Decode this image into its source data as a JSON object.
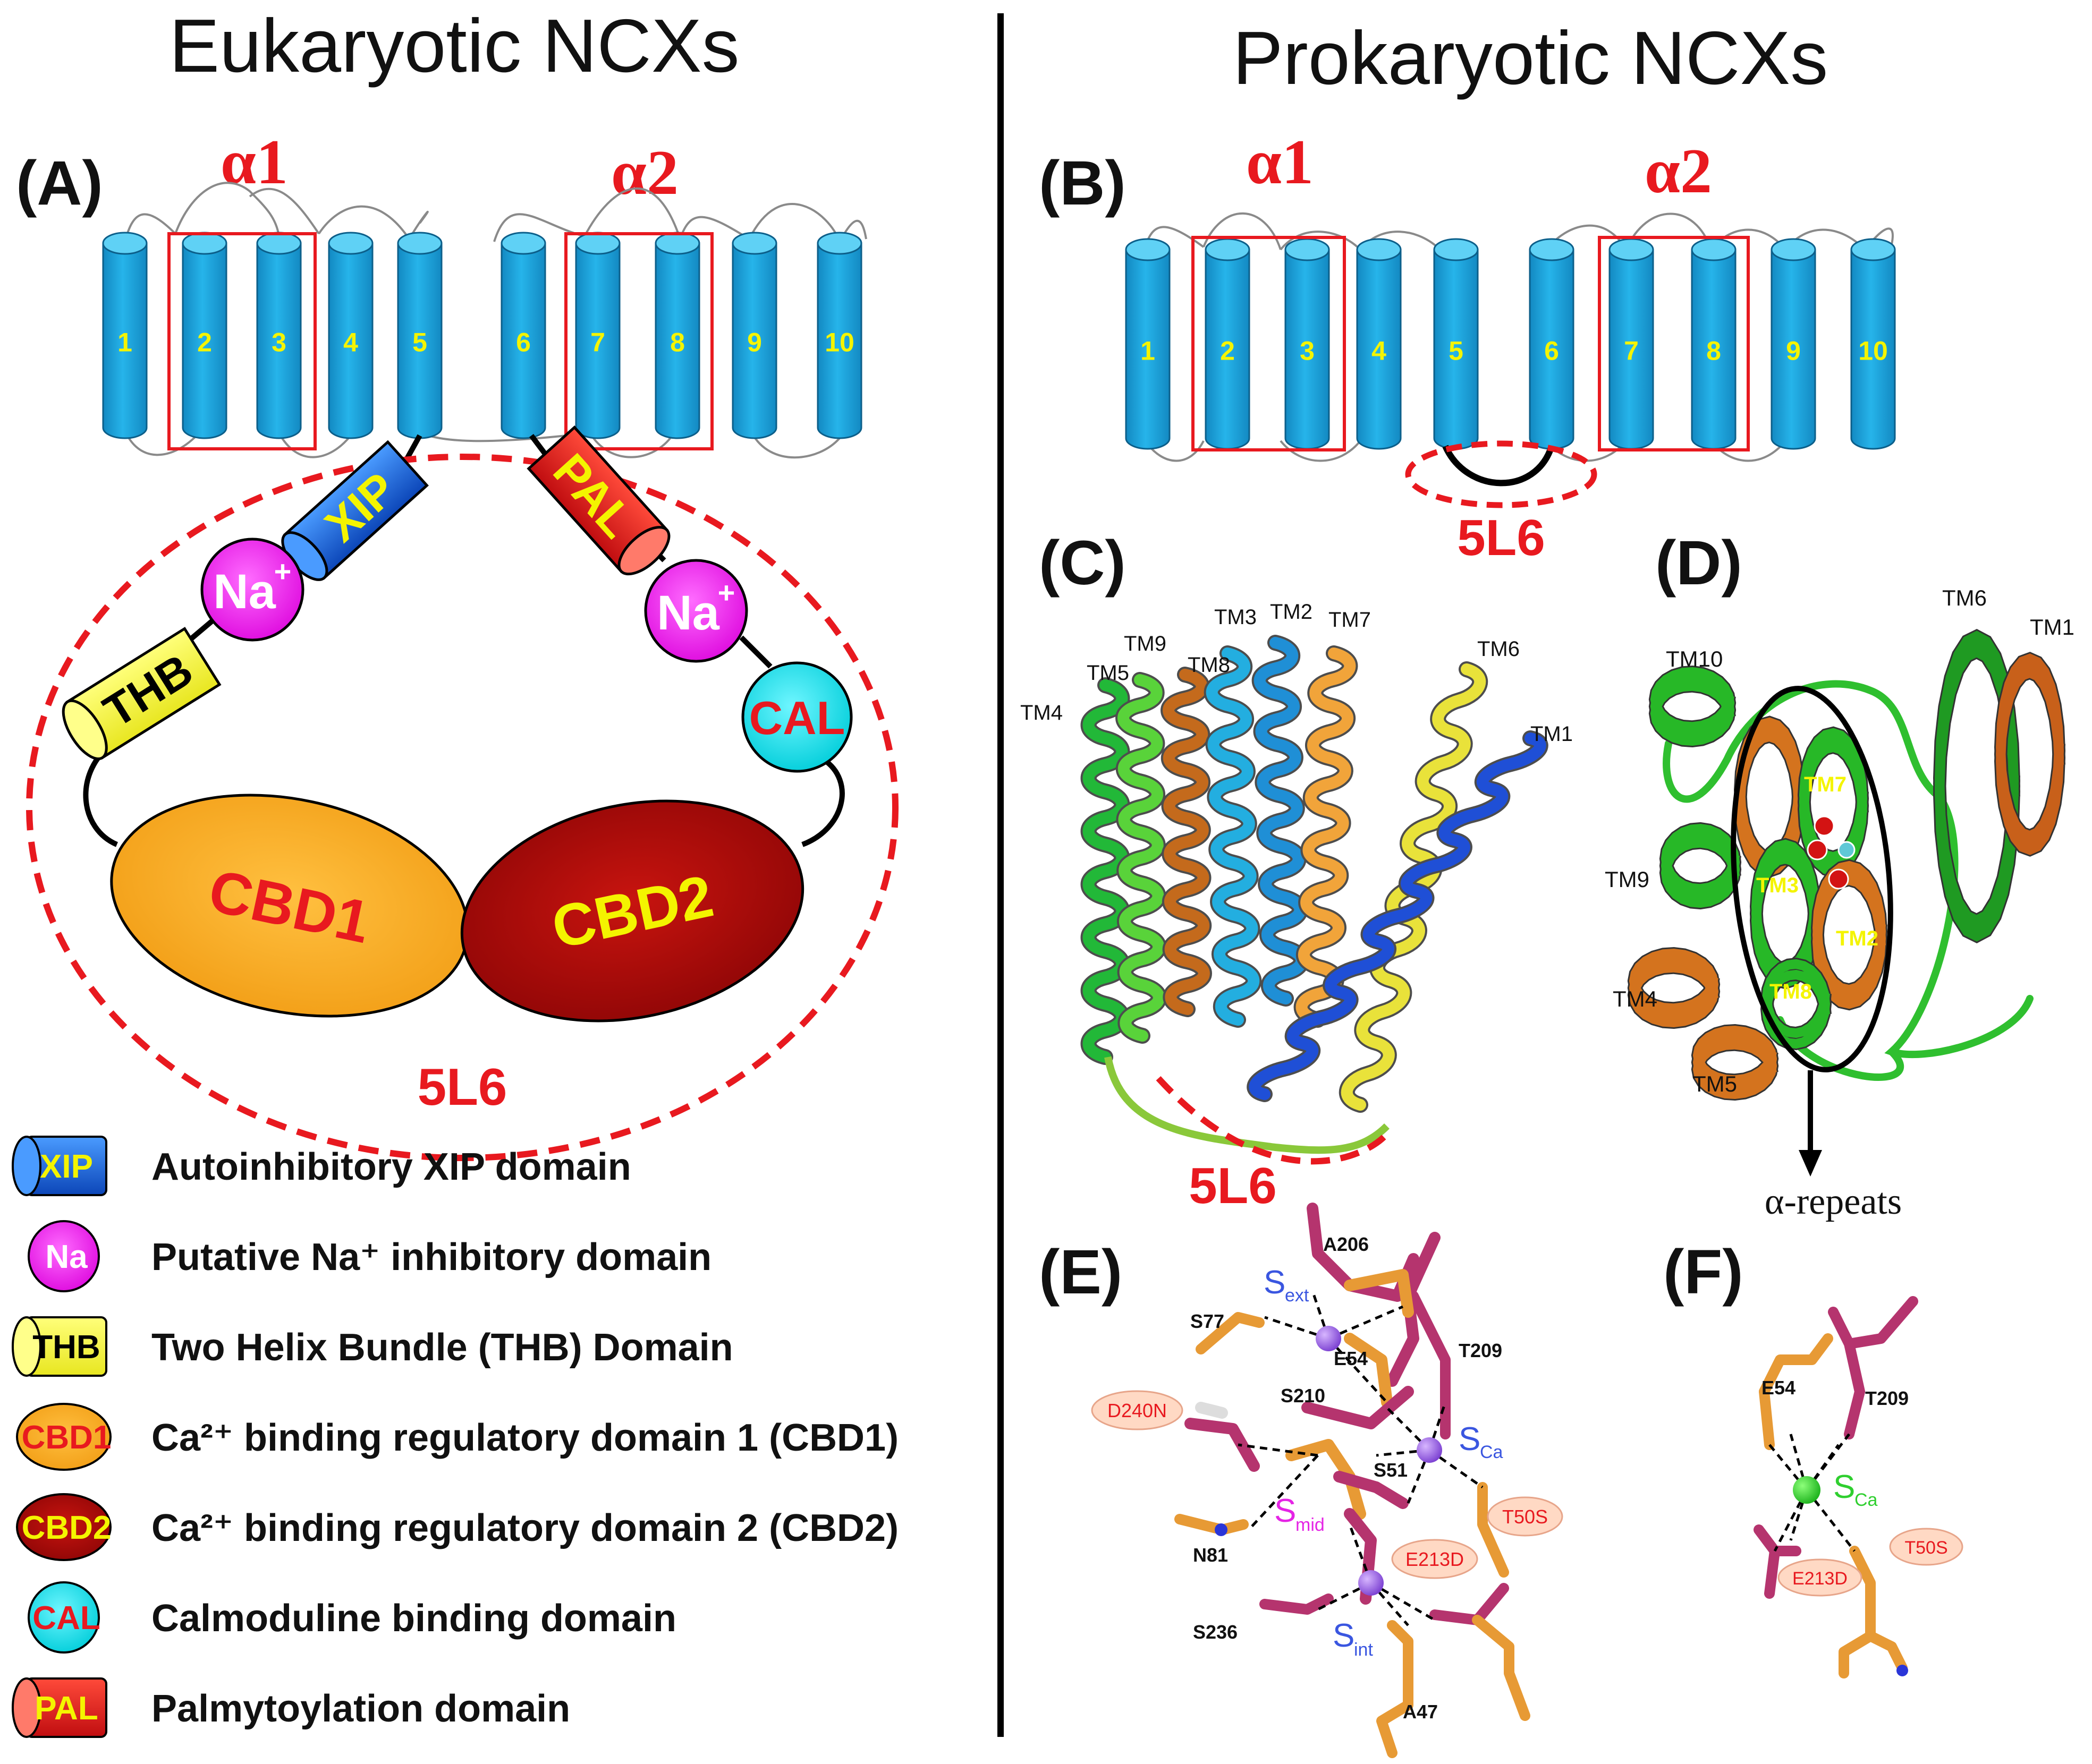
{
  "headings": {
    "left": "Eukaryotic NCXs",
    "right": "Prokaryotic NCXs"
  },
  "panels": {
    "A": "(A)",
    "B": "(B)",
    "C": "(C)",
    "D": "(D)",
    "E": "(E)",
    "F": "(F)"
  },
  "repeats": {
    "alpha1": "α1",
    "alpha2": "α2"
  },
  "helix_numbers": [
    "1",
    "2",
    "3",
    "4",
    "5",
    "6",
    "7",
    "8",
    "9",
    "10"
  ],
  "loop_label": "5L6",
  "domains": {
    "xip": "XIP",
    "pal": "PAL",
    "na": "Na",
    "na_sup": "+",
    "thb": "THB",
    "cal": "CAL",
    "cbd1": "CBD1",
    "cbd2": "CBD2"
  },
  "legend": [
    {
      "key": "xip",
      "icon": "XIP",
      "text": "Autoinhibitory XIP domain"
    },
    {
      "key": "na",
      "icon": "Na",
      "text": "Putative Na⁺ inhibitory domain"
    },
    {
      "key": "thb",
      "icon": "THB",
      "text": "Two Helix Bundle (THB) Domain"
    },
    {
      "key": "cbd1",
      "icon": "CBD1",
      "text": "Ca²⁺ binding regulatory domain 1 (CBD1)"
    },
    {
      "key": "cbd2",
      "icon": "CBD2",
      "text": "Ca²⁺ binding regulatory domain 2 (CBD2)"
    },
    {
      "key": "cal",
      "icon": "CAL",
      "text": "Calmoduline binding domain"
    },
    {
      "key": "pal",
      "icon": "PAL",
      "text": "Palmytoylation domain"
    }
  ],
  "panel_c_labels": [
    "TM5",
    "TM9",
    "TM8",
    "TM3",
    "TM2",
    "TM7",
    "TM6",
    "TM4",
    "TM1"
  ],
  "panel_d_labels": {
    "tm10": "TM10",
    "tm6": "TM6",
    "tm1": "TM1",
    "tm7": "TM7",
    "tm9": "TM9",
    "tm3": "TM3",
    "tm2": "TM2",
    "tm4": "TM4",
    "tm8": "TM8",
    "tm5": "TM5",
    "alpha_repeats": "α-repeats"
  },
  "panel_e_labels": {
    "a206": "A206",
    "s77": "S77",
    "e54": "E54",
    "t209": "T209",
    "d240n": "D240N",
    "s210": "S210",
    "s51": "S51",
    "n81": "N81",
    "t50s": "T50S",
    "e213d": "E213D",
    "s236": "S236",
    "a47": "A47",
    "s_ext": "S",
    "s_ext_sub": "ext",
    "s_ca": "S",
    "s_ca_sub": "Ca",
    "s_mid": "S",
    "s_mid_sub": "mid",
    "s_int": "S",
    "s_int_sub": "int"
  },
  "panel_f_labels": {
    "e54": "E54",
    "t209": "T209",
    "t50s": "T50S",
    "e213d": "E213D",
    "s_ca": "S",
    "s_ca_sub": "Ca"
  },
  "colors": {
    "helix": "#1aa7e0",
    "helix_top": "#5fd1f5",
    "helix_num": "#f4f400",
    "red": "#e8191f",
    "xip": "#1565d8",
    "pal": "#e8191f",
    "na": "#ee22ee",
    "thb": "#f5f53a",
    "cal": "#12e0ea",
    "cbd1": "#f7b128",
    "cbd2": "#b00a0a"
  }
}
